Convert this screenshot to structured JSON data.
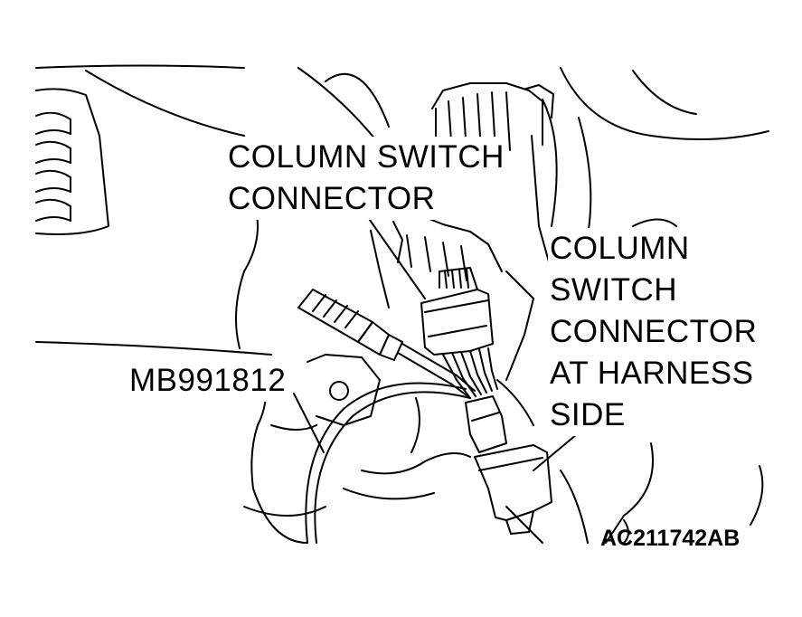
{
  "labels": {
    "column_switch_connector": [
      "COLUMN SWITCH",
      "CONNECTOR"
    ],
    "harness_side_connector": [
      "COLUMN",
      "SWITCH",
      "CONNECTOR",
      "AT HARNESS",
      "SIDE"
    ],
    "tool": "MB991812"
  },
  "figure_code": "AC211742AB"
}
